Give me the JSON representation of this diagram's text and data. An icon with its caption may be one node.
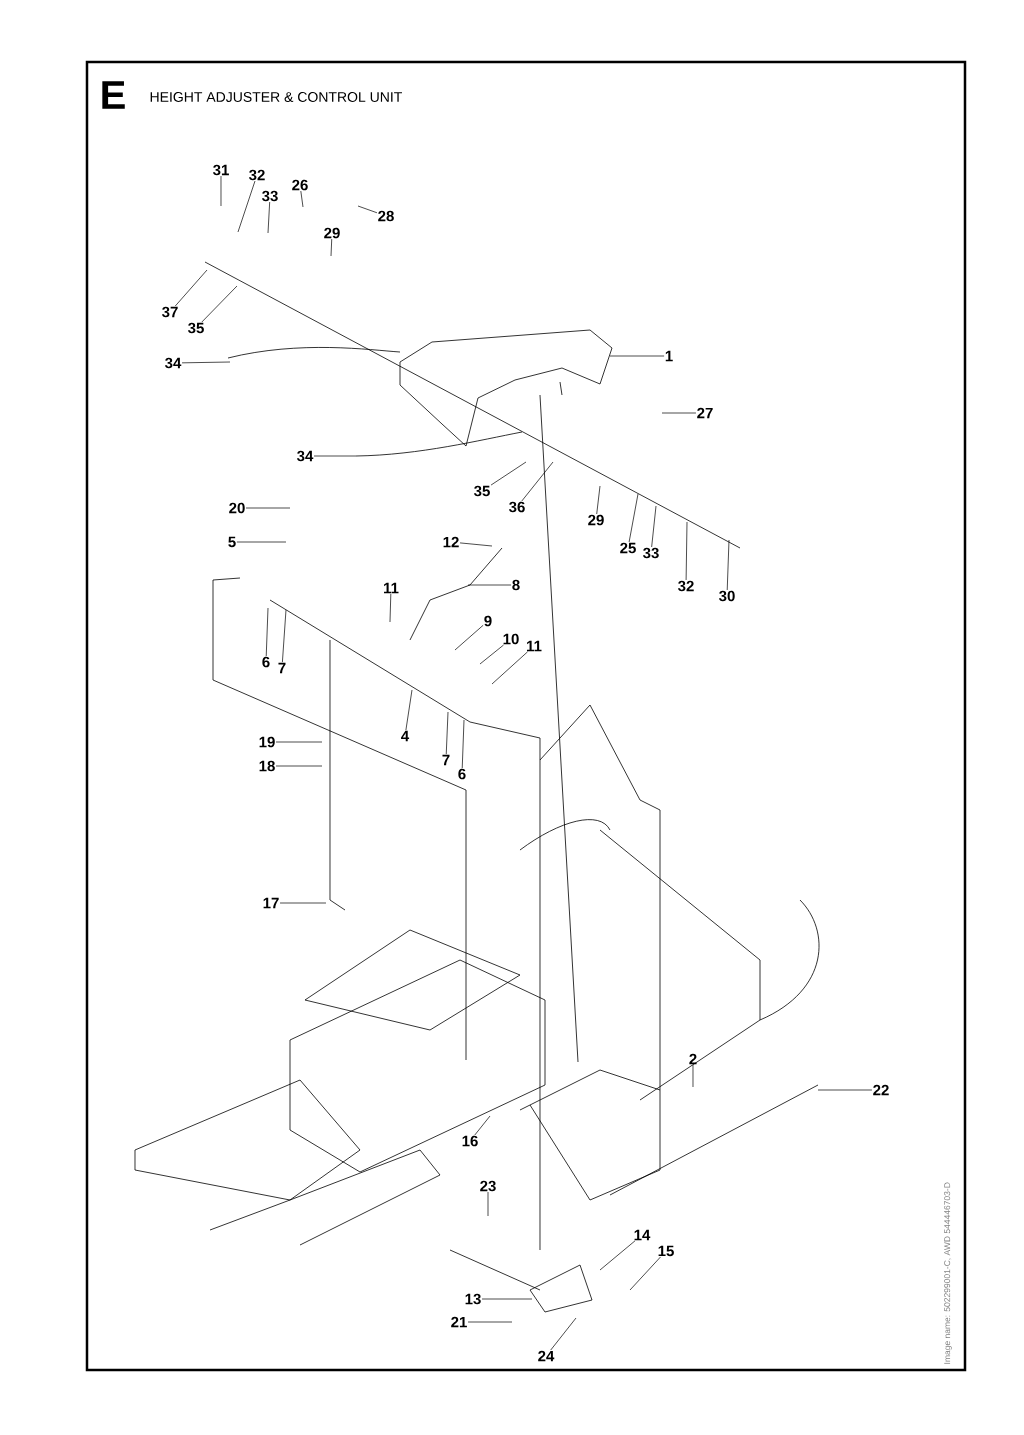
{
  "diagram": {
    "title": "HEIGHT ADJUSTER & CONTROL UNIT",
    "nodes": [
      {
        "text": [
          "31"
        ]
      },
      {
        "text": [
          "32"
        ]
      },
      {
        "text": [
          "33"
        ]
      },
      {
        "text": [
          "26"
        ]
      },
      {
        "text": [
          "28"
        ]
      },
      {
        "text": [
          "29"
        ]
      },
      {
        "text": [
          "37"
        ]
      },
      {
        "text": [
          "35"
        ]
      },
      {
        "text": [
          "34"
        ]
      },
      {
        "text": [
          "1"
        ]
      },
      {
        "text": [
          "27"
        ]
      },
      {
        "text": [
          "34"
        ]
      },
      {
        "text": [
          "35"
        ]
      },
      {
        "text": [
          "36"
        ]
      },
      {
        "text": [
          "29"
        ]
      },
      {
        "text": [
          "25"
        ]
      },
      {
        "text": [
          "33"
        ]
      },
      {
        "text": [
          "32"
        ]
      },
      {
        "text": [
          "30"
        ]
      },
      {
        "text": [
          "20"
        ]
      },
      {
        "text": [
          "5"
        ]
      },
      {
        "text": [
          "12"
        ]
      },
      {
        "text": [
          "8"
        ]
      },
      {
        "text": [
          "11"
        ]
      },
      {
        "text": [
          "9"
        ]
      },
      {
        "text": [
          "10"
        ]
      },
      {
        "text": [
          "11"
        ]
      },
      {
        "text": [
          "6"
        ]
      },
      {
        "text": [
          "7"
        ]
      },
      {
        "text": [
          "4"
        ]
      },
      {
        "text": [
          "7"
        ]
      },
      {
        "text": [
          "6"
        ]
      },
      {
        "text": [
          "19"
        ]
      },
      {
        "text": [
          "18"
        ]
      },
      {
        "text": [
          "17"
        ]
      },
      {
        "text": [
          "2"
        ]
      },
      {
        "text": [
          "22"
        ]
      },
      {
        "text": [
          "16"
        ]
      },
      {
        "text": [
          "23"
        ]
      },
      {
        "text": [
          "14"
        ]
      },
      {
        "text": [
          "15"
        ]
      },
      {
        "text": [
          "13"
        ]
      },
      {
        "text": [
          "21"
        ]
      },
      {
        "text": [
          "24"
        ]
      }
    ],
    "edges": [
      {
        "from": 0,
        "to": null,
        "arrow": "none"
      },
      {
        "from": 1,
        "to": null,
        "arrow": "none"
      },
      {
        "from": 2,
        "to": null,
        "arrow": "none"
      },
      {
        "from": 3,
        "to": null,
        "arrow": "none"
      },
      {
        "from": 4,
        "to": null,
        "arrow": "none"
      },
      {
        "from": 5,
        "to": null,
        "arrow": "none"
      },
      {
        "from": 6,
        "to": null,
        "arrow": "none"
      },
      {
        "from": 7,
        "to": null,
        "arrow": "none"
      },
      {
        "from": 8,
        "to": null,
        "arrow": "none"
      },
      {
        "from": 9,
        "to": null,
        "arrow": "none"
      },
      {
        "from": 10,
        "to": null,
        "arrow": "none"
      },
      {
        "from": 11,
        "to": null,
        "arrow": "none"
      },
      {
        "from": 12,
        "to": null,
        "arrow": "none"
      },
      {
        "from": 13,
        "to": null,
        "arrow": "none"
      },
      {
        "from": 14,
        "to": null,
        "arrow": "none"
      },
      {
        "from": 15,
        "to": null,
        "arrow": "none"
      },
      {
        "from": 16,
        "to": null,
        "arrow": "none"
      },
      {
        "from": 17,
        "to": null,
        "arrow": "none"
      },
      {
        "from": 18,
        "to": null,
        "arrow": "none"
      },
      {
        "from": 19,
        "to": null,
        "arrow": "none"
      },
      {
        "from": 20,
        "to": null,
        "arrow": "none"
      },
      {
        "from": 21,
        "to": null,
        "arrow": "none"
      },
      {
        "from": 22,
        "to": null,
        "arrow": "none"
      },
      {
        "from": 23,
        "to": null,
        "arrow": "none"
      },
      {
        "from": 24,
        "to": null,
        "arrow": "none"
      },
      {
        "from": 25,
        "to": null,
        "arrow": "none"
      },
      {
        "from": 26,
        "to": null,
        "arrow": "none"
      },
      {
        "from": 27,
        "to": null,
        "arrow": "none"
      },
      {
        "from": 28,
        "to": null,
        "arrow": "none"
      },
      {
        "from": 29,
        "to": null,
        "arrow": "none"
      },
      {
        "from": 30,
        "to": null,
        "arrow": "none"
      },
      {
        "from": 31,
        "to": null,
        "arrow": "none"
      },
      {
        "from": 32,
        "to": null,
        "arrow": "none"
      },
      {
        "from": 33,
        "to": null,
        "arrow": "none"
      },
      {
        "from": 34,
        "to": null,
        "arrow": "none"
      },
      {
        "from": 35,
        "to": null,
        "arrow": "none"
      },
      {
        "from": 36,
        "to": null,
        "arrow": "none"
      },
      {
        "from": 37,
        "to": null,
        "arrow": "none"
      },
      {
        "from": 38,
        "to": null,
        "arrow": "none"
      },
      {
        "from": 39,
        "to": null,
        "arrow": "none"
      },
      {
        "from": 40,
        "to": null,
        "arrow": "none"
      },
      {
        "from": 41,
        "to": null,
        "arrow": "none"
      },
      {
        "from": 42,
        "to": null,
        "arrow": "none"
      },
      {
        "from": 43,
        "to": null,
        "arrow": "none"
      }
    ],
    "labels": [
      "E",
      "Image name: 502299001-C, AWD 544446703-D"
    ]
  }
}
